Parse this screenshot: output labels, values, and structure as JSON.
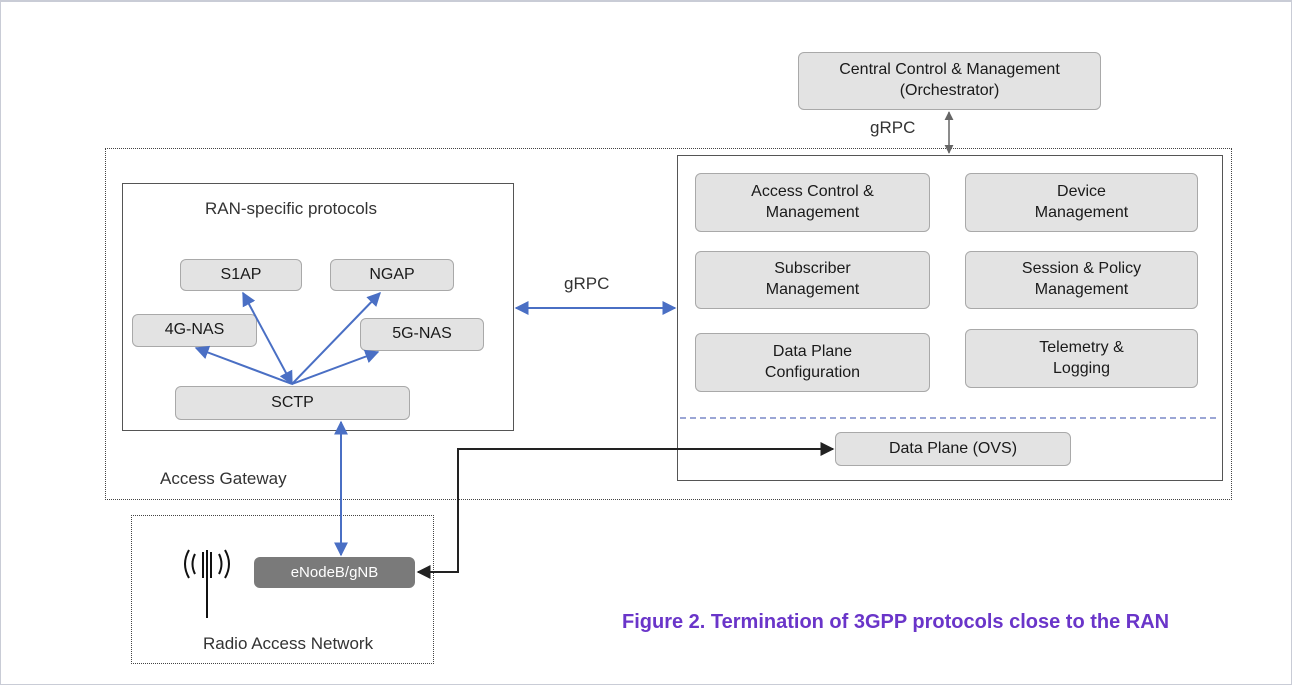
{
  "orchestrator": {
    "line1": "Central Control & Management",
    "line2": "(Orchestrator)"
  },
  "grpc_top": "gRPC",
  "grpc_mid": "gRPC",
  "ran_protocols": {
    "title": "RAN-specific protocols",
    "s1ap": "S1AP",
    "ngap": "NGAP",
    "nas4g": "4G-NAS",
    "nas5g": "5G-NAS",
    "sctp": "SCTP"
  },
  "services": {
    "access_control": {
      "line1": "Access Control &",
      "line2": "Management"
    },
    "device_mgmt": {
      "line1": "Device",
      "line2": "Management"
    },
    "subscriber_mgmt": {
      "line1": "Subscriber",
      "line2": "Management"
    },
    "session_policy": {
      "line1": "Session & Policy",
      "line2": "Management"
    },
    "data_plane_config": {
      "line1": "Data Plane",
      "line2": "Configuration"
    },
    "telemetry": {
      "line1": "Telemetry &",
      "line2": "Logging"
    },
    "data_plane": "Data Plane (OVS)"
  },
  "access_gateway_label": "Access Gateway",
  "enodeb": "eNodeB/gNB",
  "antenna_icon": "radio-tower-icon",
  "ran_label": "Radio Access Network",
  "caption": "Figure 2. Termination of 3GPP protocols close to the RAN",
  "colors": {
    "arrow_blue": "#4a6fc4",
    "caption": "#6a35c9",
    "box_fill": "#e3e3e3"
  }
}
